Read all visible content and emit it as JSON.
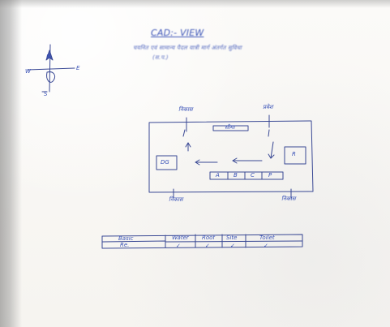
{
  "document": {
    "title": "CAD:- VIEW",
    "subtitle_line_1": "चयनित एवं सामान्य पैदल यात्री मार्ग अंतर्गत सुविधा",
    "subtitle_line_2": "(स.प.)"
  },
  "compass": {
    "top": "N",
    "left": "W",
    "right": "E",
    "bottom": "S"
  },
  "diagram": {
    "top_left_label": "निकास",
    "top_right_label": "प्रवेश",
    "top_center_box": "सीमा",
    "left_box": "DG",
    "right_box": "R",
    "bottom_boxes": [
      "A",
      "B",
      "C",
      "P"
    ],
    "bottom_left_label": "निकास",
    "bottom_right_label": "निकास"
  },
  "table": {
    "row_labels": [
      "Basic",
      "Re."
    ],
    "columns": [
      "Water",
      "Roof",
      "Site",
      "Toilet"
    ],
    "checks": [
      "✓",
      "✓",
      "✓",
      "✓"
    ]
  }
}
